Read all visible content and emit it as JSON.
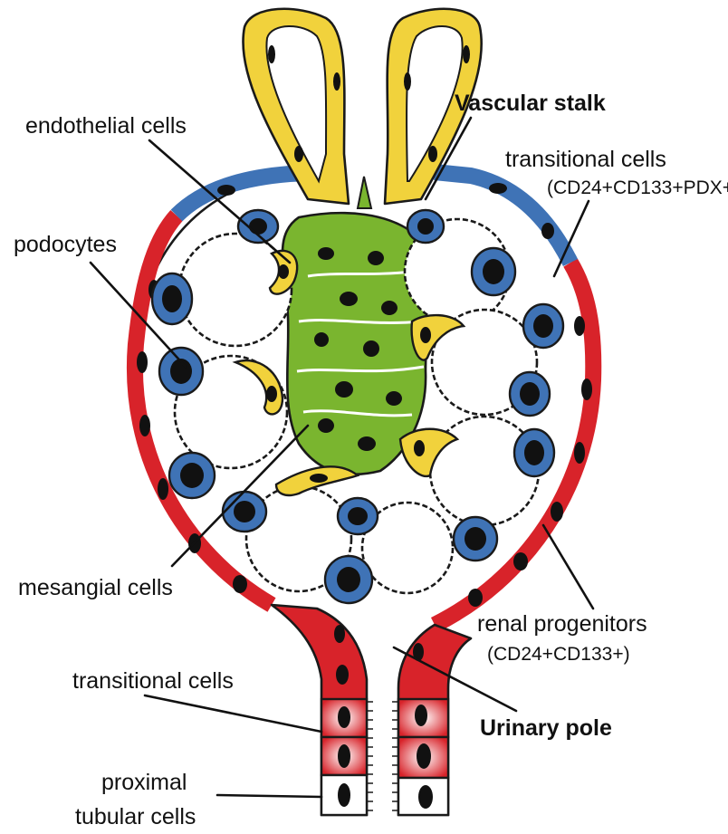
{
  "labels": {
    "vascular_stalk": "Vascular stalk",
    "endothelial_cells": "endothelial cells",
    "transitional_cells_top": "transitional cells",
    "transitional_cells_top_markers": "(CD24+CD133+PDX+)",
    "podocytes": "podocytes",
    "mesangial_cells": "mesangial cells",
    "renal_progenitors": "renal progenitors",
    "renal_progenitors_markers": "(CD24+CD133+)",
    "transitional_cells_bottom": "transitional cells",
    "urinary_pole": "Urinary pole",
    "proximal_tubular_line1": "proximal",
    "proximal_tubular_line2": "tubular cells"
  },
  "colors": {
    "endothelial": "#f1d23c",
    "podocyte": "#3f73b6",
    "mesangial": "#7ab52f",
    "progenitor": "#d8232a",
    "transitional": "#f4c2c2",
    "tubular": "#ffffff",
    "nucleus": "#111111"
  }
}
